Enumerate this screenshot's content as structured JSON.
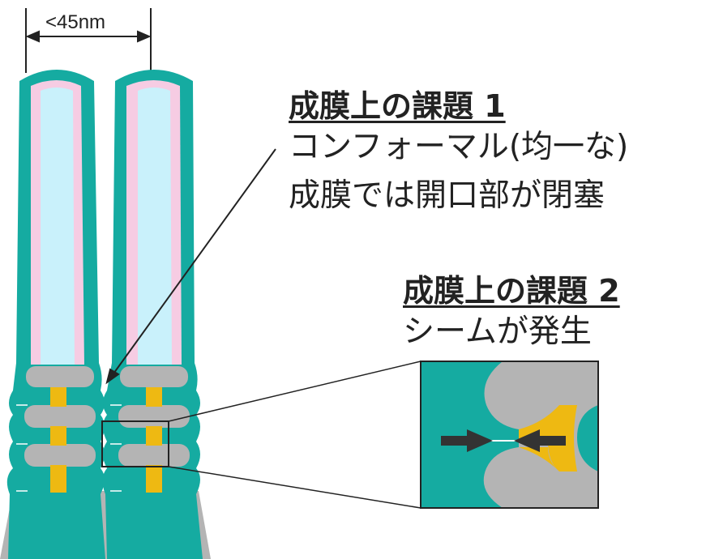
{
  "dimension": {
    "label": "<45nm"
  },
  "issue1": {
    "heading": "成膜上の課題 1",
    "lines": [
      "コンフォーマル(均一な)",
      "成膜では開口部が閉塞"
    ]
  },
  "issue2": {
    "heading": "成膜上の課題 2",
    "lines": [
      "シームが発生"
    ]
  },
  "colors": {
    "liner": "#15ABA1",
    "core": "#C9F1FB",
    "inner_layer": "#F6CCE3",
    "stack_layer": "#B4B4B4",
    "metal": "#EEB912",
    "line": "#222222"
  }
}
